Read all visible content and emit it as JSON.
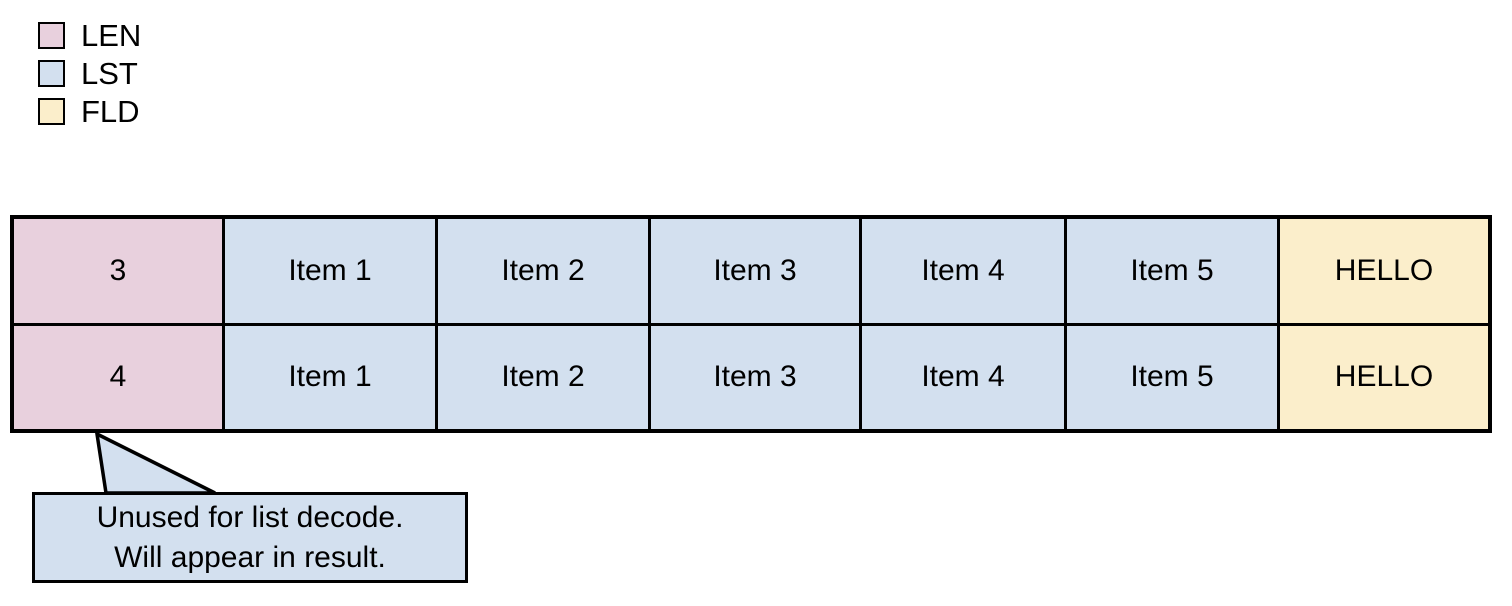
{
  "colors": {
    "len": "#e8d0dd",
    "lst": "#d3e0ef",
    "fld": "#fbeecb",
    "callout_fill": "#d3e0ef",
    "stroke": "#000000",
    "background": "#ffffff"
  },
  "legend": {
    "items": [
      {
        "label": "LEN",
        "swatch": "len",
        "color": "#e8d0dd"
      },
      {
        "label": "LST",
        "swatch": "lst",
        "color": "#d3e0ef"
      },
      {
        "label": "FLD",
        "swatch": "fld",
        "color": "#fbeecb"
      }
    ]
  },
  "table": {
    "columns": [
      {
        "kind": "LEN"
      },
      {
        "kind": "LST"
      },
      {
        "kind": "LST"
      },
      {
        "kind": "LST"
      },
      {
        "kind": "LST"
      },
      {
        "kind": "LST"
      },
      {
        "kind": "FLD"
      }
    ],
    "rows": [
      {
        "cells": [
          "3",
          "Item 1",
          "Item 2",
          "Item 3",
          "Item 4",
          "Item 5",
          "HELLO"
        ]
      },
      {
        "cells": [
          "4",
          "Item 1",
          "Item 2",
          "Item 3",
          "Item 4",
          "Item 5",
          "HELLO"
        ]
      }
    ]
  },
  "callout": {
    "lines": [
      "Unused for list decode.",
      "Will appear in result."
    ],
    "points_to": "row-2-len-cell"
  }
}
